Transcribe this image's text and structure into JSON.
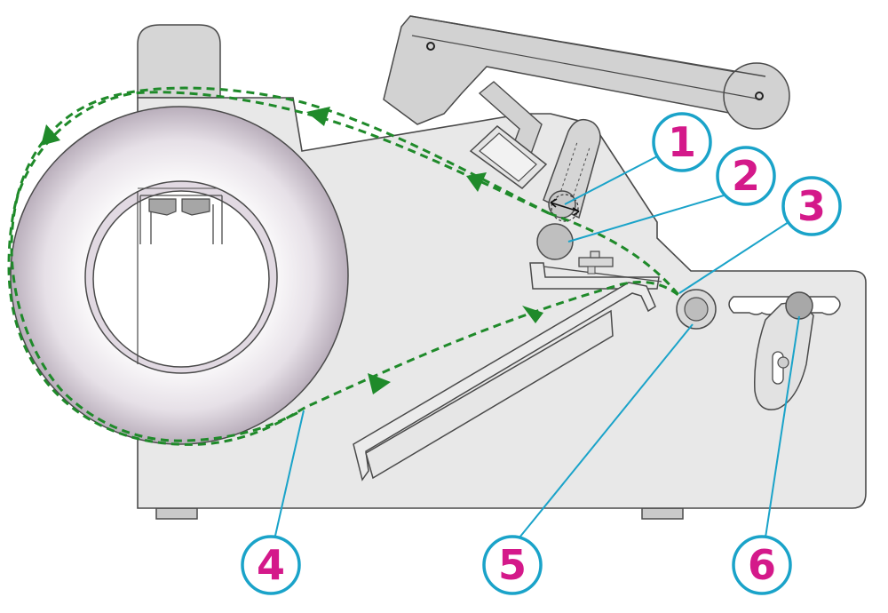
{
  "colors": {
    "outline": "#4a4a4a",
    "body_fill": "#e8e8e8",
    "part_fill": "#d2d2d2",
    "roller_fill": "#c4c4c4",
    "path_green": "#1f8a2a",
    "callout_ring": "#1aa3c9",
    "callout_line": "#1aa3c9",
    "callout_number": "#d4198a"
  },
  "callouts": [
    {
      "id": "1",
      "label": "1"
    },
    {
      "id": "2",
      "label": "2"
    },
    {
      "id": "3",
      "label": "3"
    },
    {
      "id": "4",
      "label": "4"
    },
    {
      "id": "5",
      "label": "5"
    },
    {
      "id": "6",
      "label": "6"
    }
  ]
}
